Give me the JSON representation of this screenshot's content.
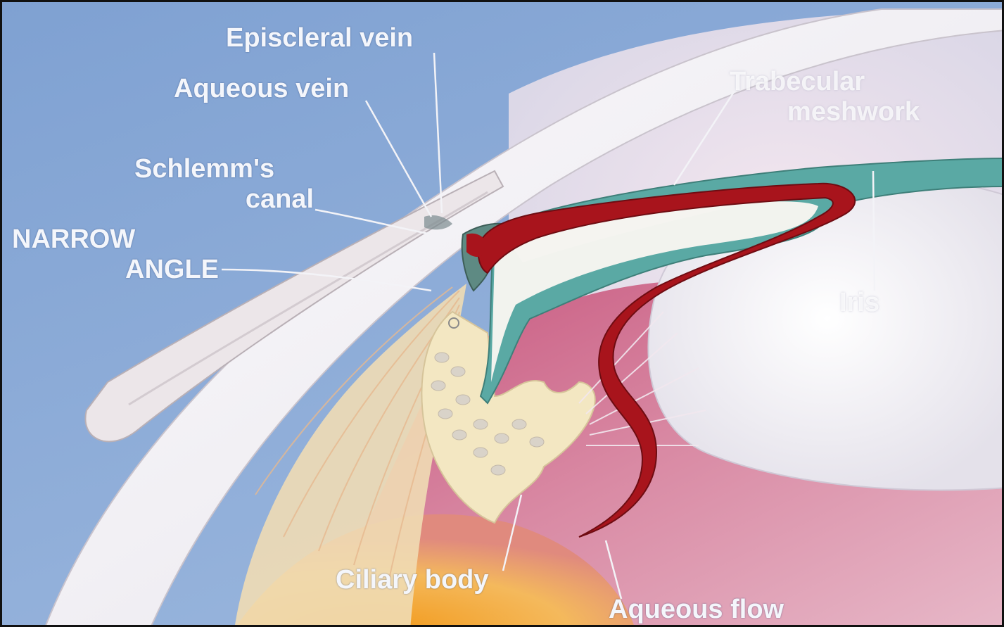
{
  "labels": {
    "episcleral_vein": "Episcleral vein",
    "aqueous_vein": "Aqueous vein",
    "schlemms_canal_line1": "Schlemm's",
    "schlemms_canal_line2": "canal",
    "narrow_angle_line1": "NARROW",
    "narrow_angle_line2": "ANGLE",
    "trabecular_line1": "Trabecular",
    "trabecular_line2": "meshwork",
    "iris": "Iris",
    "ciliary_body": "Ciliary body",
    "aqueous_flow": "Aqueous flow"
  },
  "colors": {
    "background_blue": "#7fa3d4",
    "sclera": "#f1eef1",
    "lens": "#f2eff4",
    "iris_teal": "#5aa9a4",
    "flow_red": "#a8141c",
    "ciliary": "#f3e7c2",
    "vitreous_orange": "#f0a93c",
    "chamber_pink": "#cf8aa6"
  }
}
